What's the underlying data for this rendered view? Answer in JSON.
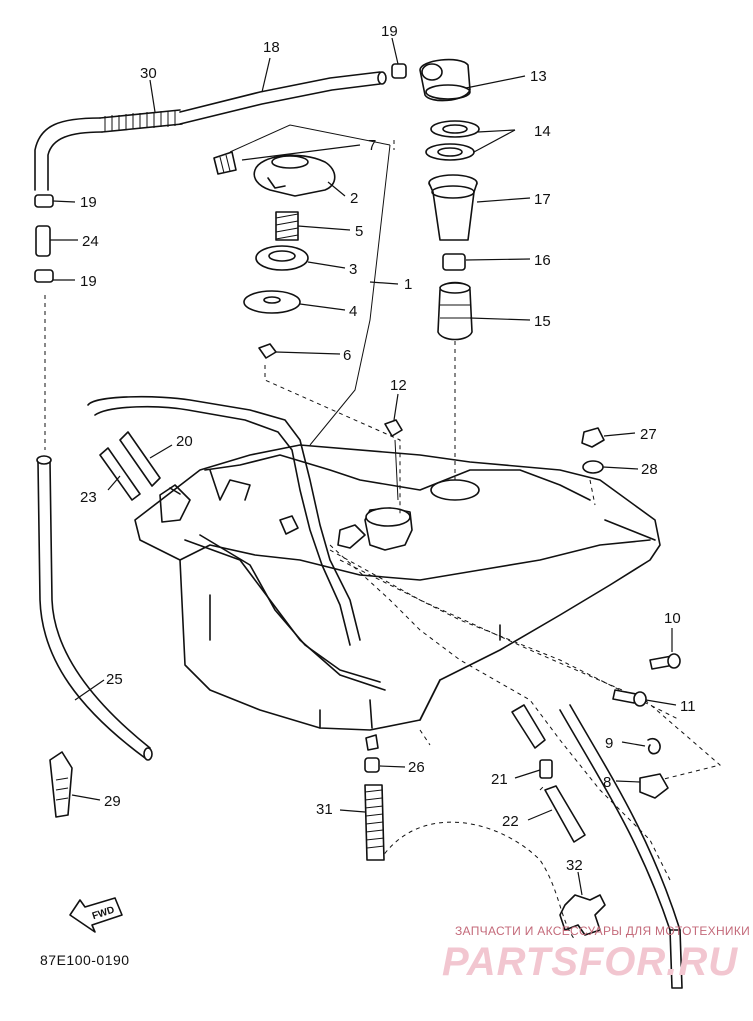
{
  "diagram": {
    "code": "87E100-0190",
    "fwd_label": "FWD",
    "parts": [
      {
        "num": "1"
      },
      {
        "num": "2"
      },
      {
        "num": "3"
      },
      {
        "num": "4"
      },
      {
        "num": "5"
      },
      {
        "num": "6"
      },
      {
        "num": "7"
      },
      {
        "num": "8"
      },
      {
        "num": "9"
      },
      {
        "num": "10"
      },
      {
        "num": "11"
      },
      {
        "num": "12"
      },
      {
        "num": "13"
      },
      {
        "num": "14"
      },
      {
        "num": "15"
      },
      {
        "num": "16"
      },
      {
        "num": "17"
      },
      {
        "num": "18"
      },
      {
        "num": "19"
      },
      {
        "num": "19"
      },
      {
        "num": "19"
      },
      {
        "num": "20"
      },
      {
        "num": "21"
      },
      {
        "num": "22"
      },
      {
        "num": "23"
      },
      {
        "num": "24"
      },
      {
        "num": "25"
      },
      {
        "num": "26"
      },
      {
        "num": "27"
      },
      {
        "num": "28"
      },
      {
        "num": "29"
      },
      {
        "num": "30"
      },
      {
        "num": "31"
      },
      {
        "num": "32"
      }
    ]
  },
  "watermark": {
    "tagline": "ЗАПЧАСТИ И АКСЕССУАРЫ ДЛЯ МОТОТЕХНИКИ",
    "logo": "PARTSFOR.RU"
  }
}
